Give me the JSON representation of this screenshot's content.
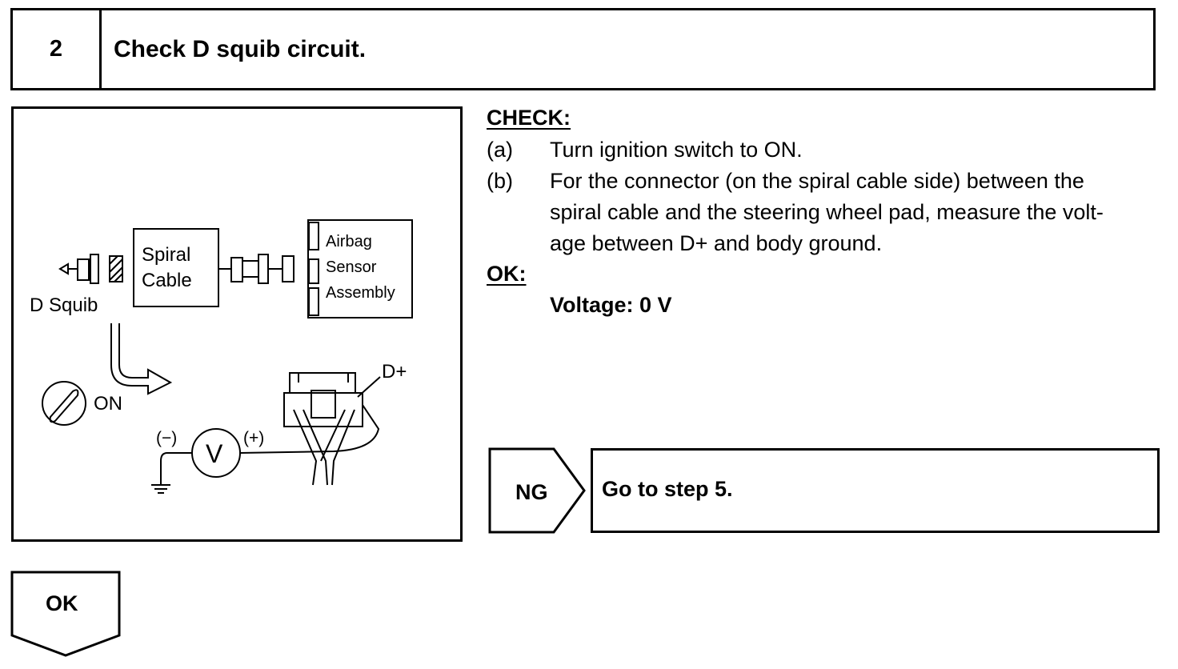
{
  "step": {
    "number": "2",
    "title": "Check D squib circuit."
  },
  "diagram": {
    "d_squib_label": "D Squib",
    "spiral_label_1": "Spiral",
    "spiral_label_2": "Cable",
    "airbag_1": "Airbag",
    "airbag_2": "Sensor",
    "airbag_3": "Assembly",
    "on_label": "ON",
    "d_plus_label": "D+",
    "minus_label": "(−)",
    "plus_label": "(+)",
    "voltmeter_label": "V"
  },
  "check": {
    "heading": "CHECK:",
    "a_marker": "(a)",
    "a_text": "Turn ignition switch to ON.",
    "b_marker": "(b)",
    "b_line1": "For the connector (on the spiral cable side) between the",
    "b_line2": "spiral cable and the steering wheel pad, measure the volt-",
    "b_line3": "age between D+ and body ground."
  },
  "ok": {
    "heading": "OK:",
    "voltage": "Voltage: 0 V"
  },
  "ng": {
    "tag": "NG",
    "action": "Go to step 5."
  },
  "ok_tag": "OK"
}
